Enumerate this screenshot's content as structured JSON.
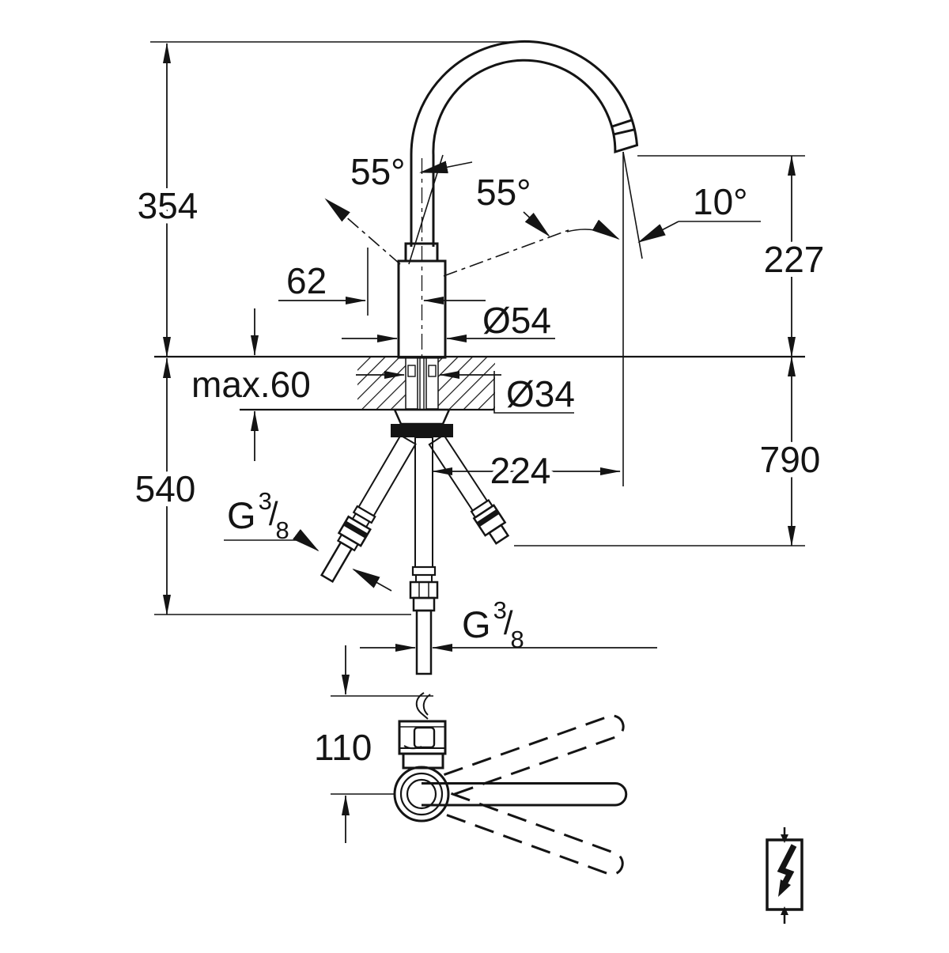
{
  "drawing": {
    "type": "faucet-installation-dimension-drawing",
    "units": "mm",
    "dims": {
      "height_above_deck": "354",
      "swivel_left": "55°",
      "swivel_right": "55°",
      "spout_angle": "10°",
      "outlet_height": "227",
      "handle_clearance": "62",
      "body_diameter": "Ø54",
      "hole_diameter": "Ø34",
      "max_deck_thickness": "max.60",
      "below_deck_height": "540",
      "spout_reach": "224",
      "hose_length": "790",
      "handle_width": "110"
    },
    "thread_label": {
      "prefix": "G",
      "numerator": "3",
      "slash": "/",
      "denominator": "8"
    },
    "symbols": {
      "bottom_right": "lightning-bolt-in-rectangle"
    },
    "colors": {
      "line": "#141414",
      "background": "#ffffff"
    }
  }
}
